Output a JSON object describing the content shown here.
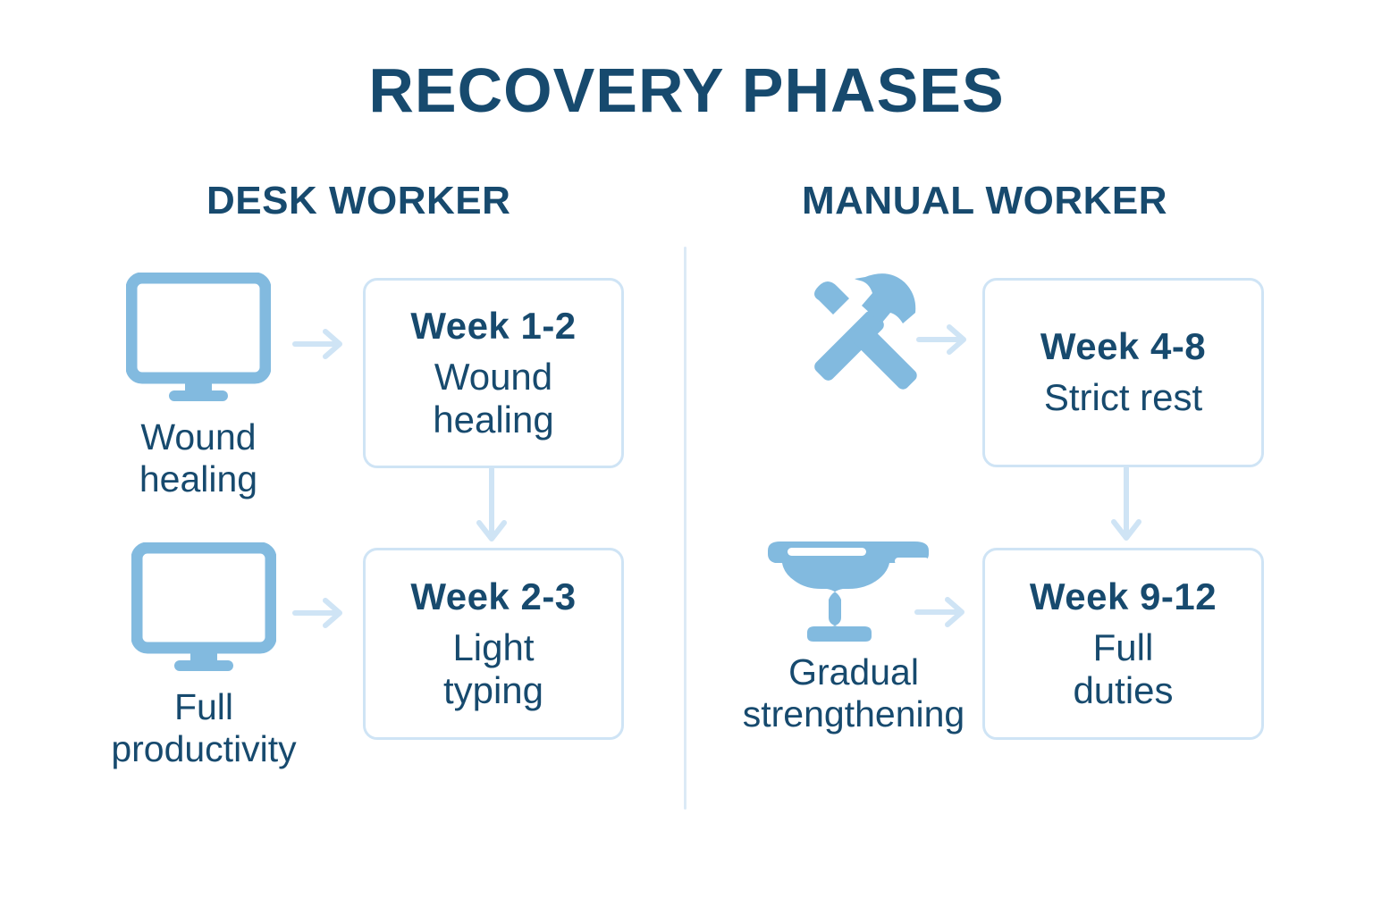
{
  "page": {
    "title": "RECOVERY PHASES",
    "background": "#ffffff"
  },
  "colors": {
    "navy_text": "#174a6e",
    "icon_blue": "#82badf",
    "card_border": "#cfe4f5",
    "arrow_blue": "#cfe4f5",
    "divider": "#dceaf6"
  },
  "columns": [
    {
      "id": "desk",
      "heading": "DESK WORKER",
      "steps": [
        {
          "icon": "desktop-monitor-icon",
          "icon_label": "Wound\nhealing",
          "card": {
            "week": "Week 1-2",
            "description": "Wound\nhealing"
          },
          "arrow": "arrow-right-icon"
        },
        {
          "icon": "desktop-monitor-icon",
          "icon_label": "Full\nproductivity",
          "card": {
            "week": "Week 2-3",
            "description": "Light\ntyping"
          },
          "arrow": "arrow-right-icon"
        }
      ],
      "flow_arrow": "arrow-down-icon"
    },
    {
      "id": "manual",
      "heading": "MANUAL WORKER",
      "steps": [
        {
          "icon": "hammer-and-screwdriver-icon",
          "icon_label": "",
          "card": {
            "week": "Week 4-8",
            "description": "Strict rest"
          },
          "arrow": "arrow-right-icon"
        },
        {
          "icon": "anvil-icon",
          "icon_label": "Gradual\nstrengthening",
          "card": {
            "week": "Week 9-12",
            "description": "Full\nduties"
          },
          "arrow": "arrow-right-icon"
        }
      ],
      "flow_arrow": "arrow-down-icon"
    }
  ]
}
